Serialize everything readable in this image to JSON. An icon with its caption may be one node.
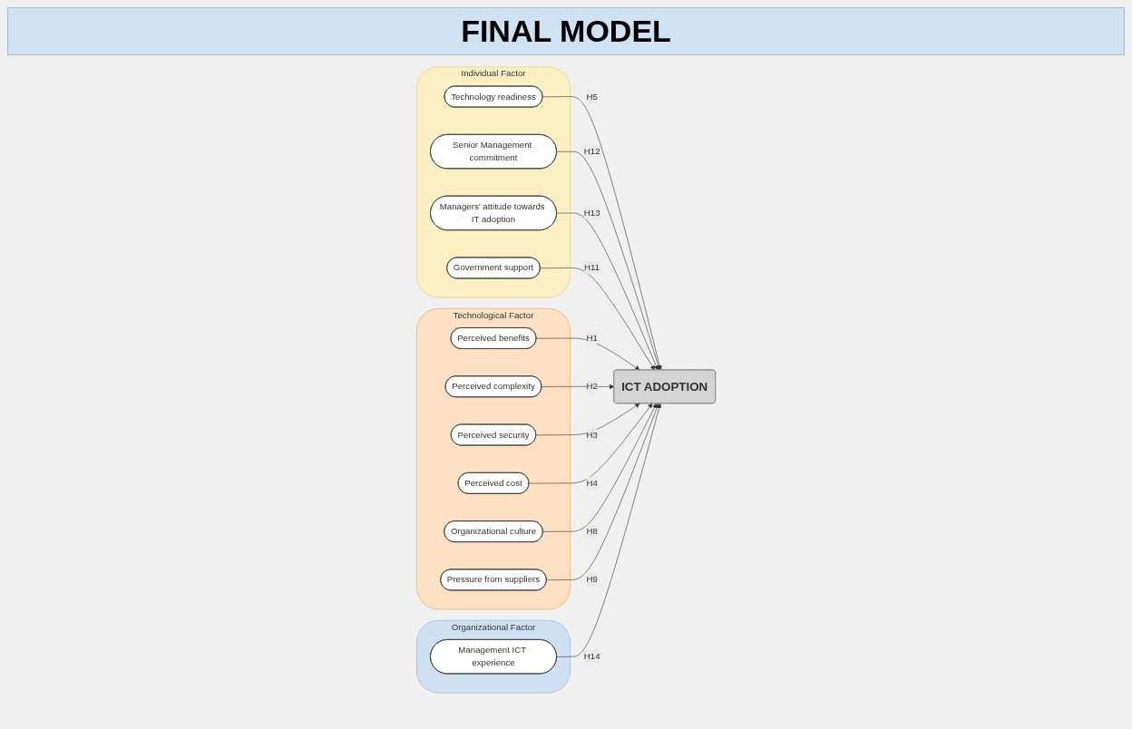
{
  "diagram": {
    "title": "FINAL MODEL",
    "nodes": [
      {
        "text": [
          "Individual Factor"
        ]
      },
      {
        "text": [
          "Technology readiness"
        ],
        "in": 0
      },
      {
        "text": [
          "Senior Management commitment"
        ],
        "in": 0
      },
      {
        "text": [
          "Managers’ attitude towards IT adoption"
        ],
        "in": 0
      },
      {
        "text": [
          "Government support"
        ],
        "in": 0
      },
      {
        "text": [
          "Technological Factor"
        ]
      },
      {
        "text": [
          "Perceived benefits"
        ],
        "in": 5
      },
      {
        "text": [
          "Perceived complexity"
        ],
        "in": 5
      },
      {
        "text": [
          "Perceived security"
        ],
        "in": 5
      },
      {
        "text": [
          "Perceived cost"
        ],
        "in": 5
      },
      {
        "text": [
          "Organizational culture"
        ],
        "in": 5
      },
      {
        "text": [
          "Pressure from suppliers"
        ],
        "in": 5
      },
      {
        "text": [
          "Organizational Factor"
        ]
      },
      {
        "text": [
          "Management ICT experience"
        ],
        "in": 12
      },
      {
        "text": [
          "ICT ADOPTION"
        ]
      }
    ],
    "edges": [
      {
        "from": 1,
        "to": 14,
        "arrow": "to",
        "label": "H5"
      },
      {
        "from": 2,
        "to": 14,
        "arrow": "to",
        "label": "H12"
      },
      {
        "from": 3,
        "to": 14,
        "arrow": "to",
        "label": "H13"
      },
      {
        "from": 4,
        "to": 14,
        "arrow": "to",
        "label": "H11"
      },
      {
        "from": 6,
        "to": 14,
        "arrow": "to",
        "label": "H1"
      },
      {
        "from": 7,
        "to": 14,
        "arrow": "to",
        "label": "H2"
      },
      {
        "from": 8,
        "to": 14,
        "arrow": "to",
        "label": "H3"
      },
      {
        "from": 9,
        "to": 14,
        "arrow": "to",
        "label": "H4"
      },
      {
        "from": 10,
        "to": 14,
        "arrow": "to",
        "label": "H8"
      },
      {
        "from": 11,
        "to": 14,
        "arrow": "to",
        "label": "H9"
      },
      {
        "from": 13,
        "to": 14,
        "arrow": "to",
        "label": "H14"
      }
    ]
  }
}
